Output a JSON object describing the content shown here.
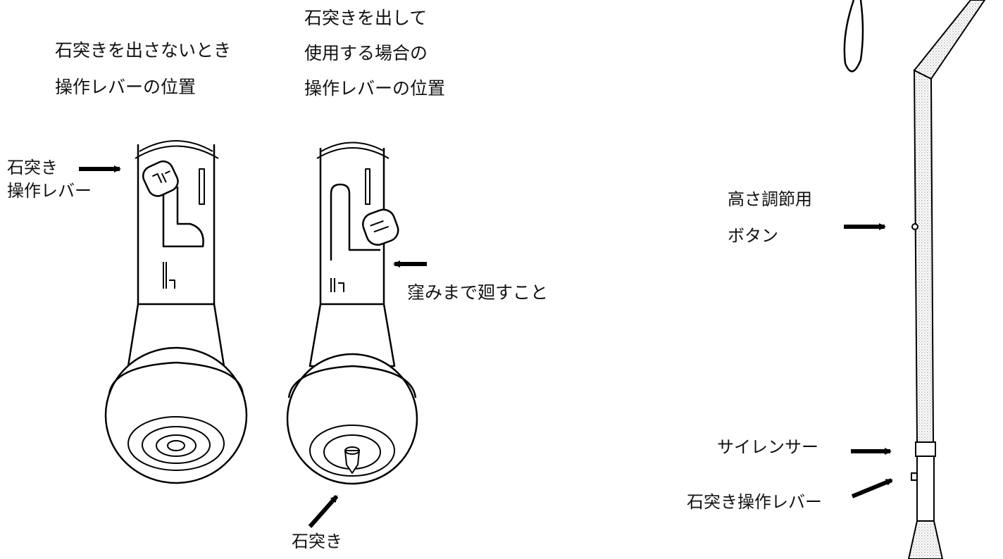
{
  "left_panel": {
    "caption_line1": "石突きを出さないとき",
    "caption_line2": "操作レバーの位置",
    "lever_label_line1": "石突き",
    "lever_label_line2": "操作レバー"
  },
  "middle_panel": {
    "caption_line1": "石突きを出して",
    "caption_line2": "使用する場合の",
    "caption_line3": "操作レバーの位置",
    "notch_label": "窪みまで廻すこと",
    "tip_label": "石突き"
  },
  "right_panel": {
    "height_button_line1": "高さ調節用",
    "height_button_line2": "ボタン",
    "silencer_label": "サイレンサー",
    "tip_lever_label": "石突き操作レバー"
  }
}
